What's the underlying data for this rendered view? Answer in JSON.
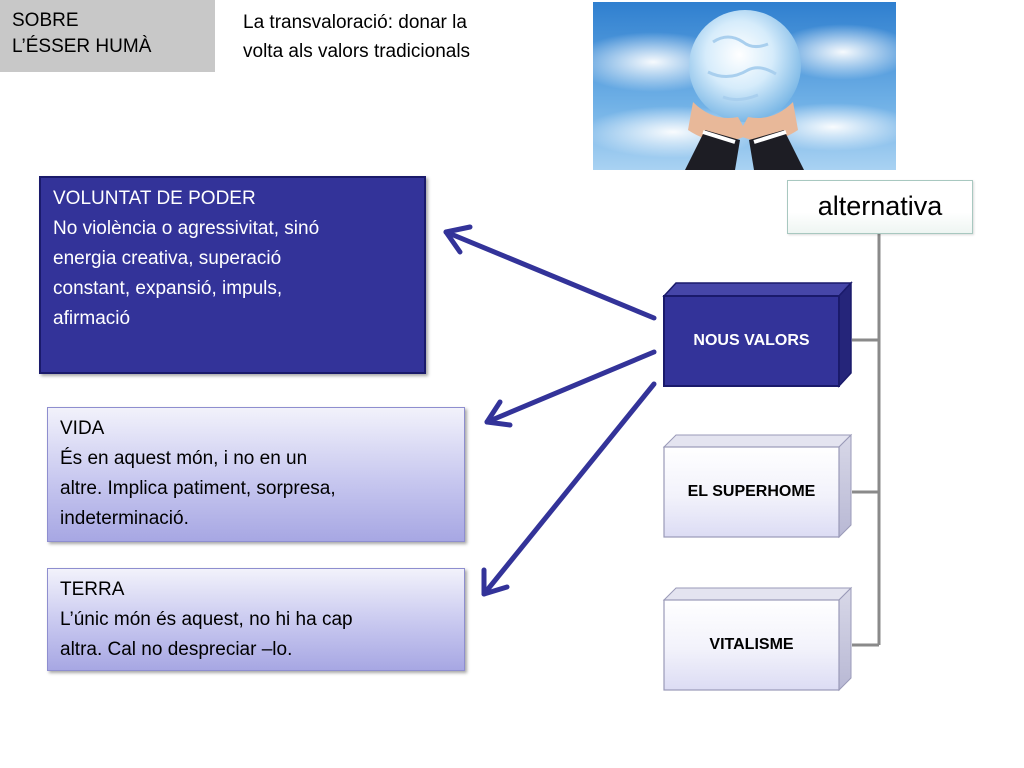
{
  "topic_label": {
    "line1": "SOBRE",
    "line2": "L’ÉSSER HUMÀ"
  },
  "title": {
    "line1": "La transvaloració: donar la",
    "line2": "volta als valors tradicionals"
  },
  "boxes": {
    "voluntat": {
      "heading": "VOLUNTAT DE PODER",
      "lines": [
        "No violència o agressivitat, sinó",
        "energia creativa, superació",
        "constant, expansió, impuls,",
        "afirmació"
      ]
    },
    "vida": {
      "heading": "VIDA",
      "lines": [
        "És en aquest món, i no en un",
        "altre. Implica patiment, sorpresa,",
        "indeterminació."
      ]
    },
    "terra": {
      "heading": "TERRA",
      "lines": [
        "L’únic món és aquest, no hi ha cap",
        "altra. Cal no despreciar –lo."
      ]
    }
  },
  "tree": {
    "root": "alternativa",
    "children": [
      "NOUS VALORS",
      "EL SUPERHOME",
      "VITALISME"
    ]
  },
  "colors": {
    "dark_blue": "#333399",
    "arrow": "#333399",
    "connector": "#8a8a8a"
  }
}
